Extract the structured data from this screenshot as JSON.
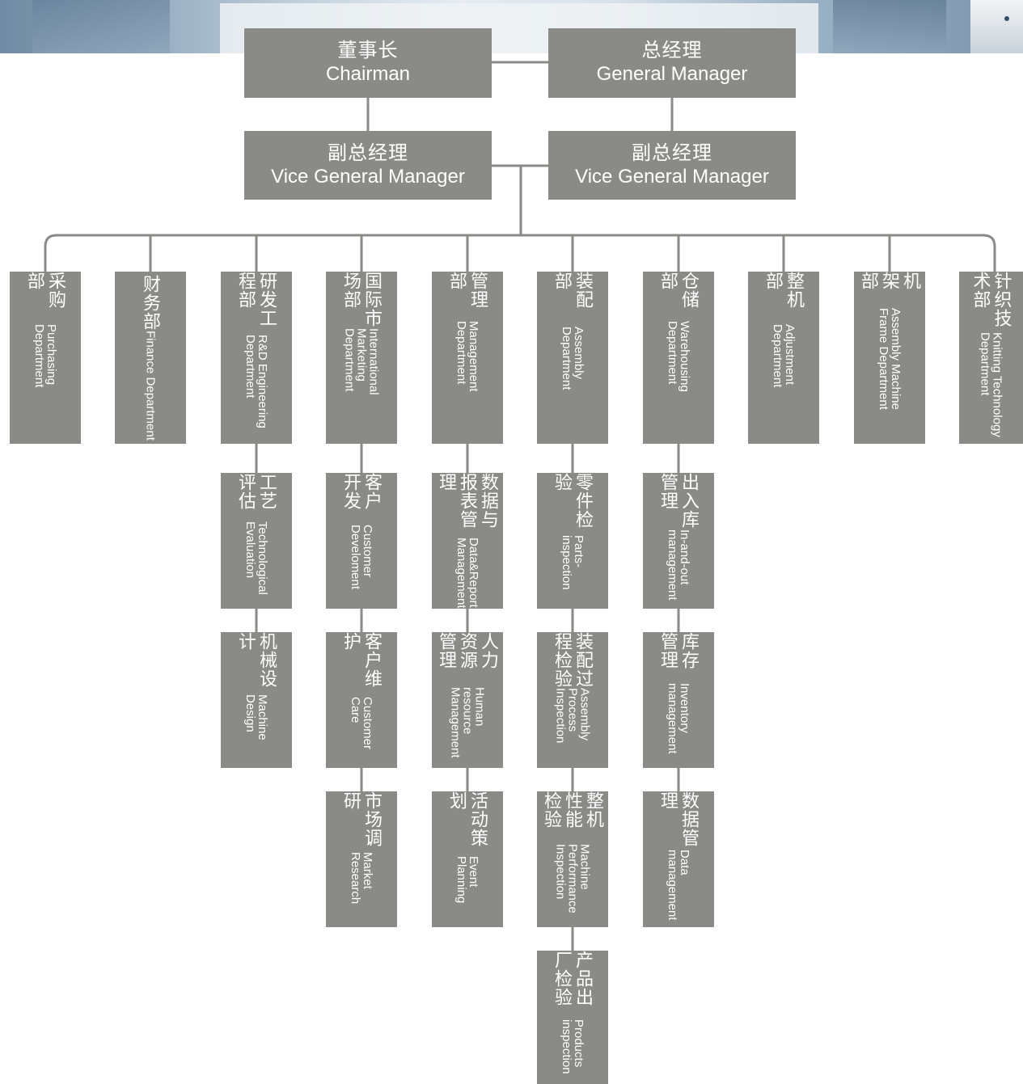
{
  "leadership": {
    "chairman": {
      "zh": "董事长",
      "en": "Chairman"
    },
    "general_manager": {
      "zh": "总经理",
      "en": "General Manager"
    },
    "vgm_left": {
      "zh": "副总经理",
      "en": "Vice General Manager"
    },
    "vgm_right": {
      "zh": "副总经理",
      "en": "Vice General Manager"
    }
  },
  "departments": [
    {
      "zh": "采购部",
      "en": "Purchasing Department"
    },
    {
      "zh": "财务部",
      "en": "Finance Department"
    },
    {
      "zh": "研发工程部",
      "en": "R&D Engineering Department"
    },
    {
      "zh": "国际市场部",
      "en": "International Marketing Department"
    },
    {
      "zh": "管理部",
      "en": "Management Department"
    },
    {
      "zh": "装配部",
      "en": "Assembly Department"
    },
    {
      "zh": "仓储部",
      "en": "Warehousing Department"
    },
    {
      "zh": "整机部",
      "en": "Adjustment Department"
    },
    {
      "zh": "机架部",
      "en": "Assembly Machine Frame Department"
    },
    {
      "zh": "针织技术部",
      "en": "Knitting Technology Department"
    }
  ],
  "sub_units": {
    "rd": [
      {
        "zh": "工艺评估",
        "en": "Technological Evaluation"
      },
      {
        "zh": "机械设计",
        "en": "Machine Design"
      }
    ],
    "intl": [
      {
        "zh": "客户开发",
        "en": "Customer Develoment"
      },
      {
        "zh": "客户维护",
        "en": "Customer Care"
      },
      {
        "zh": "市场调研",
        "en": "Market Research"
      }
    ],
    "mgmt": [
      {
        "zh": "数据与报表管理",
        "en": "Data&Report Management"
      },
      {
        "zh": "人力资源管理",
        "en": "Human resource Management"
      },
      {
        "zh": "活动策划",
        "en": "Event Planning"
      }
    ],
    "assembly": [
      {
        "zh": "零件检验",
        "en": "Parts-inspection"
      },
      {
        "zh": "装配过程检验",
        "en": "Assembly Process Inspection"
      },
      {
        "zh": "整机性能检验",
        "en": "Machine Performance Inspection"
      },
      {
        "zh": "产品出厂检验",
        "en": "Products inspection"
      }
    ],
    "warehouse": [
      {
        "zh": "出入库管理",
        "en": "In-and-out management"
      },
      {
        "zh": "库存管理",
        "en": "Inventory management"
      },
      {
        "zh": "数据管理",
        "en": "Data management"
      }
    ]
  },
  "colors": {
    "box": "#8a8a86",
    "connector": "#8a8a86",
    "text": "#ffffff"
  }
}
